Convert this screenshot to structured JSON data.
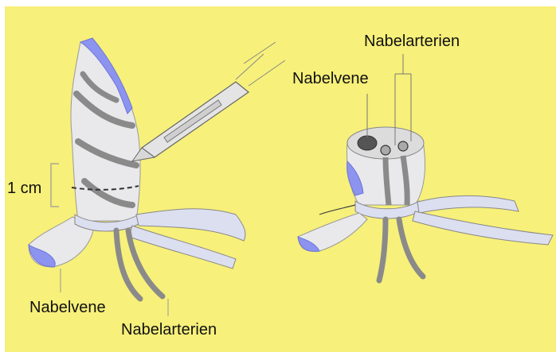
{
  "labels": {
    "nabelarterien_top": "Nabelarterien",
    "nabelvene_top": "Nabelvene",
    "one_cm": "1 cm",
    "nabelvene_bottom": "Nabelvene",
    "nabelarterien_bottom": "Nabelarterien"
  },
  "colors": {
    "background": "#f7f07a",
    "cord_body": "#e9e9ec",
    "artery_stripe": "#8a8a8a",
    "cut_edge": "#8c94f0",
    "ligature": "#dcdff0",
    "scalpel": "#e4e4e4"
  }
}
